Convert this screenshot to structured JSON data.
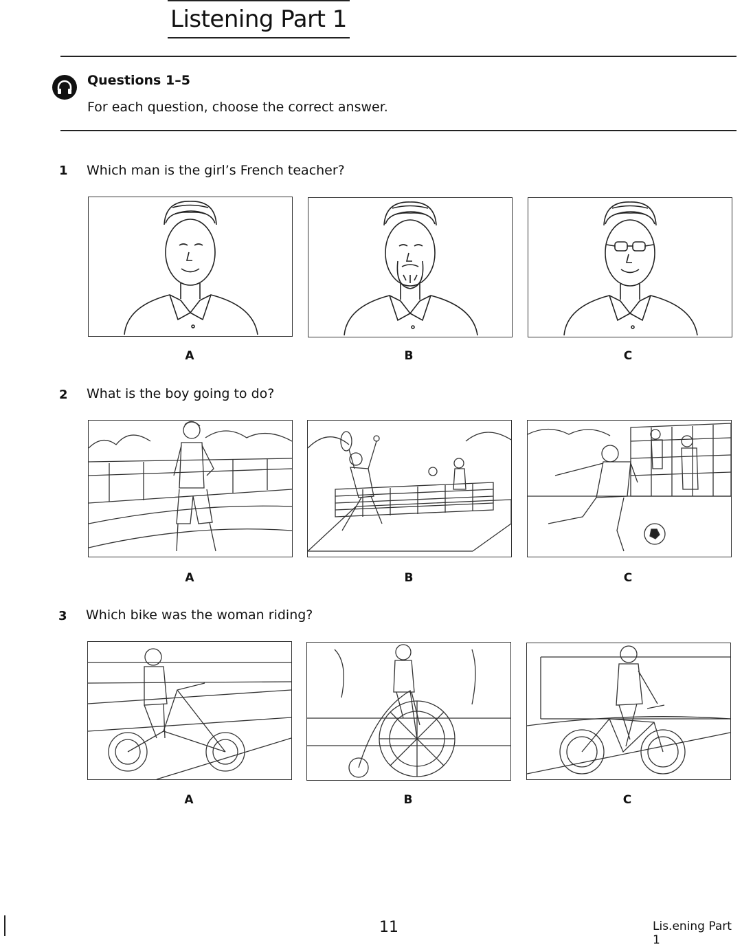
{
  "header": {
    "title": "Listening Part 1"
  },
  "instructions": {
    "heading": "Questions 1–5",
    "text": "For each question, choose the correct answer."
  },
  "questions": [
    {
      "number": "1",
      "text": "Which man is the girl’s French teacher?",
      "options": [
        "A",
        "B",
        "C"
      ]
    },
    {
      "number": "2",
      "text": "What is the boy going to do?",
      "options": [
        "A",
        "B",
        "C"
      ]
    },
    {
      "number": "3",
      "text": "Which bike was the woman riding?",
      "options": [
        "A",
        "B",
        "C"
      ]
    }
  ],
  "footer": {
    "page_number": "11",
    "section_label": "Lis.ening Part 1"
  },
  "icons": {
    "audio": "headphones-icon"
  }
}
